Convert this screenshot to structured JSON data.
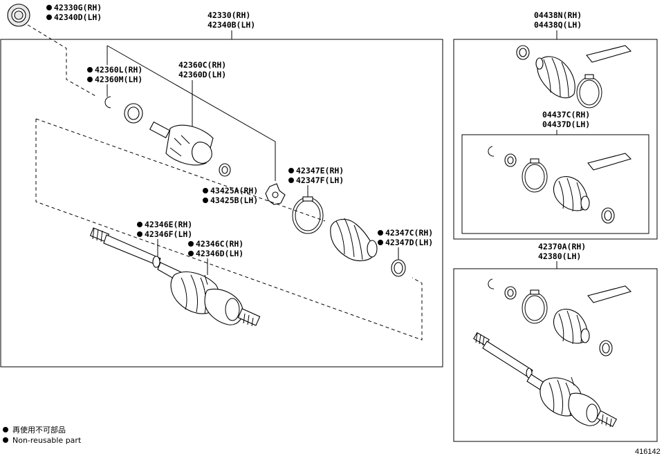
{
  "labels": {
    "p42330g": "42330G(RH)",
    "p42340d": "42340D(LH)",
    "p42330": "42330(RH)",
    "p42340b": "42340B(LH)",
    "p42360l": "42360L(RH)",
    "p42360m": "42360M(LH)",
    "p42360c": "42360C(RH)",
    "p42360d": "42360D(LH)",
    "p42347e": "42347E(RH)",
    "p42347f": "42347F(LH)",
    "p43425a": "43425A(RH)",
    "p43425b": "43425B(LH)",
    "p42346e": "42346E(RH)",
    "p42346f": "42346F(LH)",
    "p42346c": "42346C(RH)",
    "p42346d": "42346D(LH)",
    "p42347c": "42347C(RH)",
    "p42347d": "42347D(LH)",
    "p04438n": "04438N(RH)",
    "p04438q": "04438Q(LH)",
    "p04437c": "04437C(RH)",
    "p04437d": "04437D(LH)",
    "p42370a": "42370A(RH)",
    "p42380": "42380(LH)"
  },
  "legend": {
    "jp": "再使用不可部品",
    "en": "Non-reusable part"
  },
  "drawing_number": "416142"
}
